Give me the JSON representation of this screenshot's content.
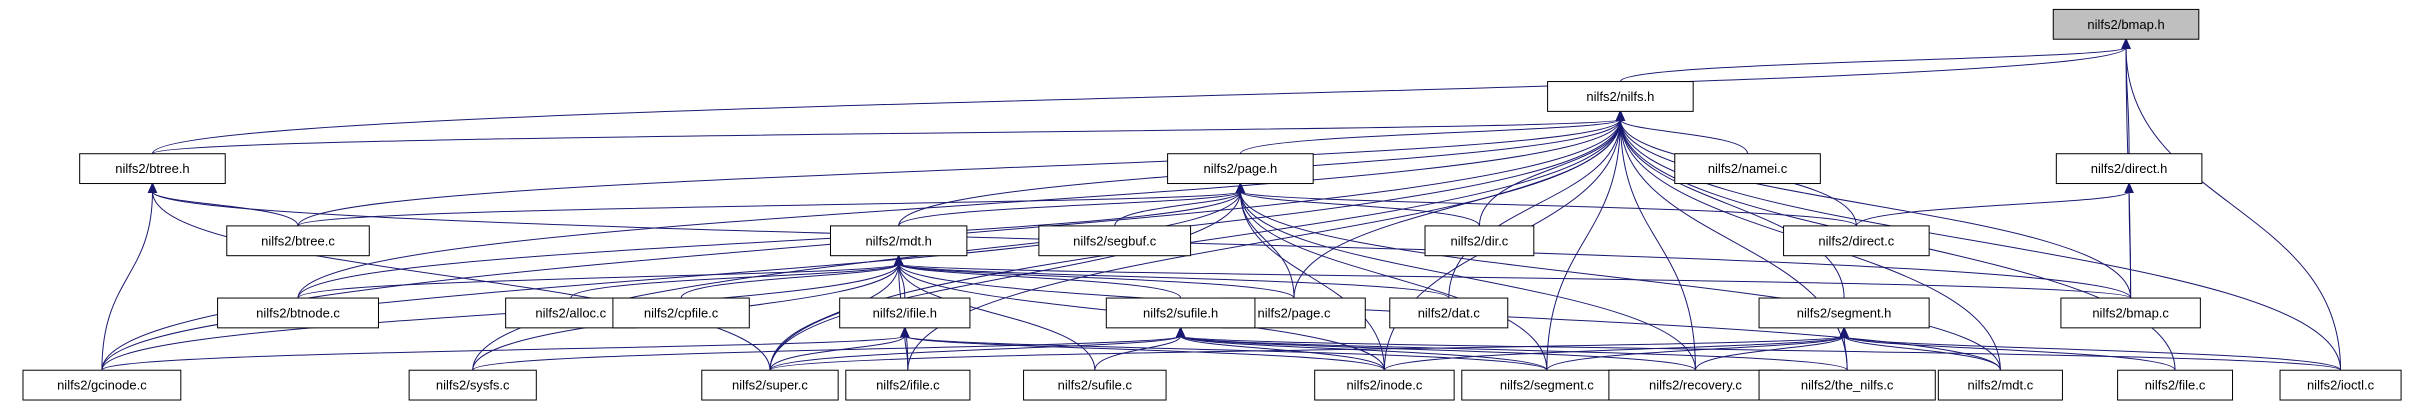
{
  "graph": {
    "root": "nilfs2/bmap.h",
    "nodes": [
      {
        "id": "bmap_h",
        "label": "nilfs2/bmap.h",
        "root": true
      },
      {
        "id": "nilfs_h",
        "label": "nilfs2/nilfs.h"
      },
      {
        "id": "btree_h",
        "label": "nilfs2/btree.h"
      },
      {
        "id": "page_h",
        "label": "nilfs2/page.h"
      },
      {
        "id": "namei_c",
        "label": "nilfs2/namei.c"
      },
      {
        "id": "direct_h",
        "label": "nilfs2/direct.h"
      },
      {
        "id": "btree_c",
        "label": "nilfs2/btree.c"
      },
      {
        "id": "segbuf_c",
        "label": "nilfs2/segbuf.c"
      },
      {
        "id": "dir_c",
        "label": "nilfs2/dir.c"
      },
      {
        "id": "direct_c",
        "label": "nilfs2/direct.c"
      },
      {
        "id": "mdt_h",
        "label": "nilfs2/mdt.h"
      },
      {
        "id": "btnode_c",
        "label": "nilfs2/btnode.c"
      },
      {
        "id": "alloc_c",
        "label": "nilfs2/alloc.c"
      },
      {
        "id": "cpfile_c",
        "label": "nilfs2/cpfile.c"
      },
      {
        "id": "page_c",
        "label": "nilfs2/page.c"
      },
      {
        "id": "dat_c",
        "label": "nilfs2/dat.c"
      },
      {
        "id": "bmap_c",
        "label": "nilfs2/bmap.c"
      },
      {
        "id": "ifile_h",
        "label": "nilfs2/ifile.h"
      },
      {
        "id": "sufile_h",
        "label": "nilfs2/sufile.h"
      },
      {
        "id": "segment_h",
        "label": "nilfs2/segment.h"
      },
      {
        "id": "gcinode_c",
        "label": "nilfs2/gcinode.c"
      },
      {
        "id": "sysfs_c",
        "label": "nilfs2/sysfs.c"
      },
      {
        "id": "super_c",
        "label": "nilfs2/super.c"
      },
      {
        "id": "ifile_c",
        "label": "nilfs2/ifile.c"
      },
      {
        "id": "sufile_c",
        "label": "nilfs2/sufile.c"
      },
      {
        "id": "inode_c",
        "label": "nilfs2/inode.c"
      },
      {
        "id": "segment_c",
        "label": "nilfs2/segment.c"
      },
      {
        "id": "recovery_c",
        "label": "nilfs2/recovery.c"
      },
      {
        "id": "the_nilfs_c",
        "label": "nilfs2/the_nilfs.c"
      },
      {
        "id": "mdt_c",
        "label": "nilfs2/mdt.c"
      },
      {
        "id": "file_c",
        "label": "nilfs2/file.c"
      },
      {
        "id": "ioctl_c",
        "label": "nilfs2/ioctl.c"
      }
    ]
  }
}
